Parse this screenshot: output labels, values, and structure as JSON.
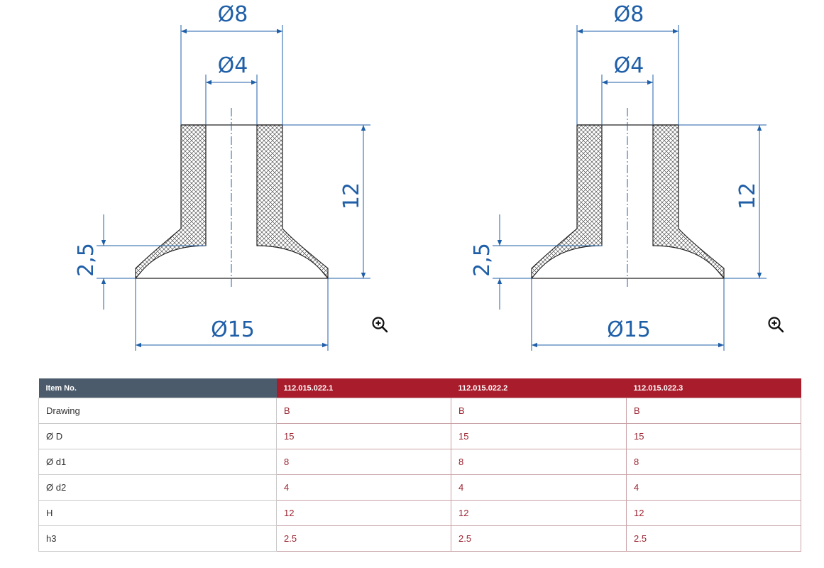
{
  "drawings": [
    {
      "d_outer": "Ø8",
      "d_inner": "Ø4",
      "height": "12",
      "h3": "2,5",
      "d_base": "Ø15",
      "zoom_icon": "zoom-in-icon"
    },
    {
      "d_outer": "Ø8",
      "d_inner": "Ø4",
      "height": "12",
      "h3": "2,5",
      "d_base": "Ø15",
      "zoom_icon": "zoom-in-icon"
    }
  ],
  "table": {
    "header": [
      "Item No.",
      "112.015.022.1",
      "112.015.022.2",
      "112.015.022.3"
    ],
    "rows": [
      {
        "label": "Drawing",
        "values": [
          "B",
          "B",
          "B"
        ]
      },
      {
        "label": "Ø D",
        "values": [
          "15",
          "15",
          "15"
        ]
      },
      {
        "label": "Ø d1",
        "values": [
          "8",
          "8",
          "8"
        ]
      },
      {
        "label": "Ø d2",
        "values": [
          "4",
          "4",
          "4"
        ]
      },
      {
        "label": "H",
        "values": [
          "12",
          "12",
          "12"
        ]
      },
      {
        "label": "h3",
        "values": [
          "2.5",
          "2.5",
          "2.5"
        ]
      }
    ]
  },
  "colors": {
    "dimension": "#1f5fa8",
    "header_dark": "#4b5b6b",
    "header_red": "#a81c2b",
    "value_text": "#9b2330"
  }
}
